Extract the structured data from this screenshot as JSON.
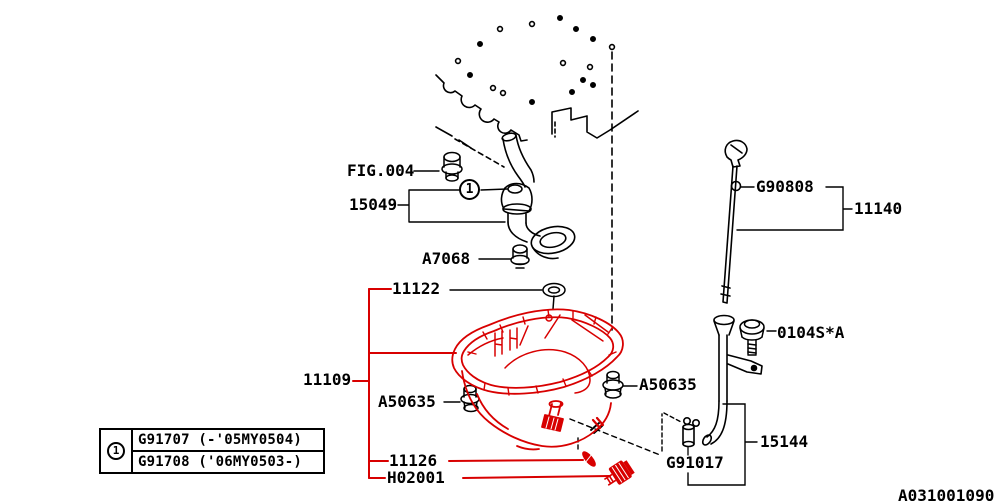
{
  "diagram": {
    "doc_code": "A031001090",
    "colors": {
      "ink": "#000000",
      "highlight": "#d80000"
    },
    "marker_1": "1",
    "callouts": {
      "fig_ref": {
        "label": "FIG.004"
      },
      "strainer": {
        "label": "15049"
      },
      "strainer_bolt": {
        "label": "A7068"
      },
      "grommet": {
        "label": "11122"
      },
      "oil_pan": {
        "label": "11109"
      },
      "pan_bolt_left": {
        "label": "A50635"
      },
      "drain_gasket": {
        "label": "11126"
      },
      "drain_plug": {
        "label": "H02001"
      },
      "dipstick_clip": {
        "label": "G90808"
      },
      "dipstick": {
        "label": "11140"
      },
      "guide_bolt": {
        "label": "0104S*A"
      },
      "pan_bolt_right": {
        "label": "A50635"
      },
      "tube_seal": {
        "label": "G91017"
      },
      "dipstick_tube": {
        "label": "15144"
      }
    },
    "legend": {
      "marker": "1",
      "rows": [
        {
          "part": "G91707 (-'05MY0504)"
        },
        {
          "part": "G91708 ('06MY0503-)"
        }
      ]
    }
  }
}
